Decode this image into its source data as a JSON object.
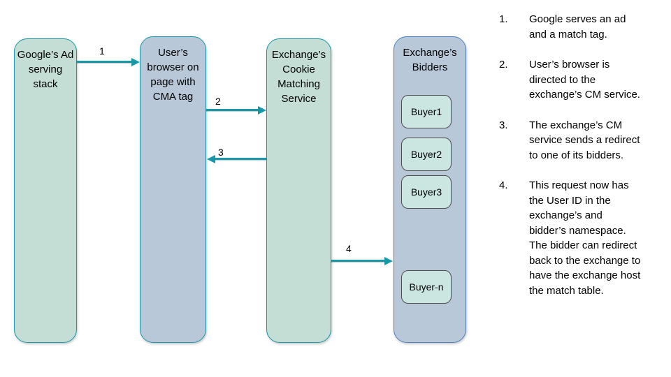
{
  "diagram": {
    "nodes": [
      {
        "label": "Google’s Ad serving stack"
      },
      {
        "label": "User’s browser on page with CMA tag"
      },
      {
        "label": "Exchange’s Cookie Matching Service"
      },
      {
        "label": "Exchange’s Bidders"
      }
    ],
    "buyers": [
      "Buyer1",
      "Buyer2",
      "Buyer3",
      "Buyer-n"
    ],
    "arrows": [
      {
        "num": "1",
        "from": "Google’s Ad serving stack",
        "to": "User’s browser on page with CMA tag",
        "direction": "right"
      },
      {
        "num": "2",
        "from": "User’s browser on page with CMA tag",
        "to": "Exchange’s Cookie Matching Service",
        "direction": "right"
      },
      {
        "num": "3",
        "from": "Exchange’s Cookie Matching Service",
        "to": "User’s browser on page with CMA tag",
        "direction": "left"
      },
      {
        "num": "4",
        "from": "Exchange’s Cookie Matching Service",
        "to": "Exchange’s Bidders",
        "direction": "right"
      }
    ],
    "colors": {
      "node_green_fill": "#c4ded6",
      "node_blue_fill": "#b9c8d9",
      "teal_border_arrow": "#1798a8",
      "bidders_border": "#4b80bf",
      "buyer_fill": "#cbe5e1",
      "buyer_border": "#4d4d4d"
    }
  },
  "steps": [
    {
      "num": "1.",
      "text": "Google serves an ad and a match tag."
    },
    {
      "num": "2.",
      "text": "User’s browser is directed to the exchange’s CM service."
    },
    {
      "num": "3.",
      "text": "The exchange’s CM service sends a redirect to one of its bidders."
    },
    {
      "num": "4.",
      "text": "This request now has the User ID in the exchange’s and bidder’s namespace. The bidder can redirect back to the exchange to have the exchange host the match table."
    }
  ]
}
